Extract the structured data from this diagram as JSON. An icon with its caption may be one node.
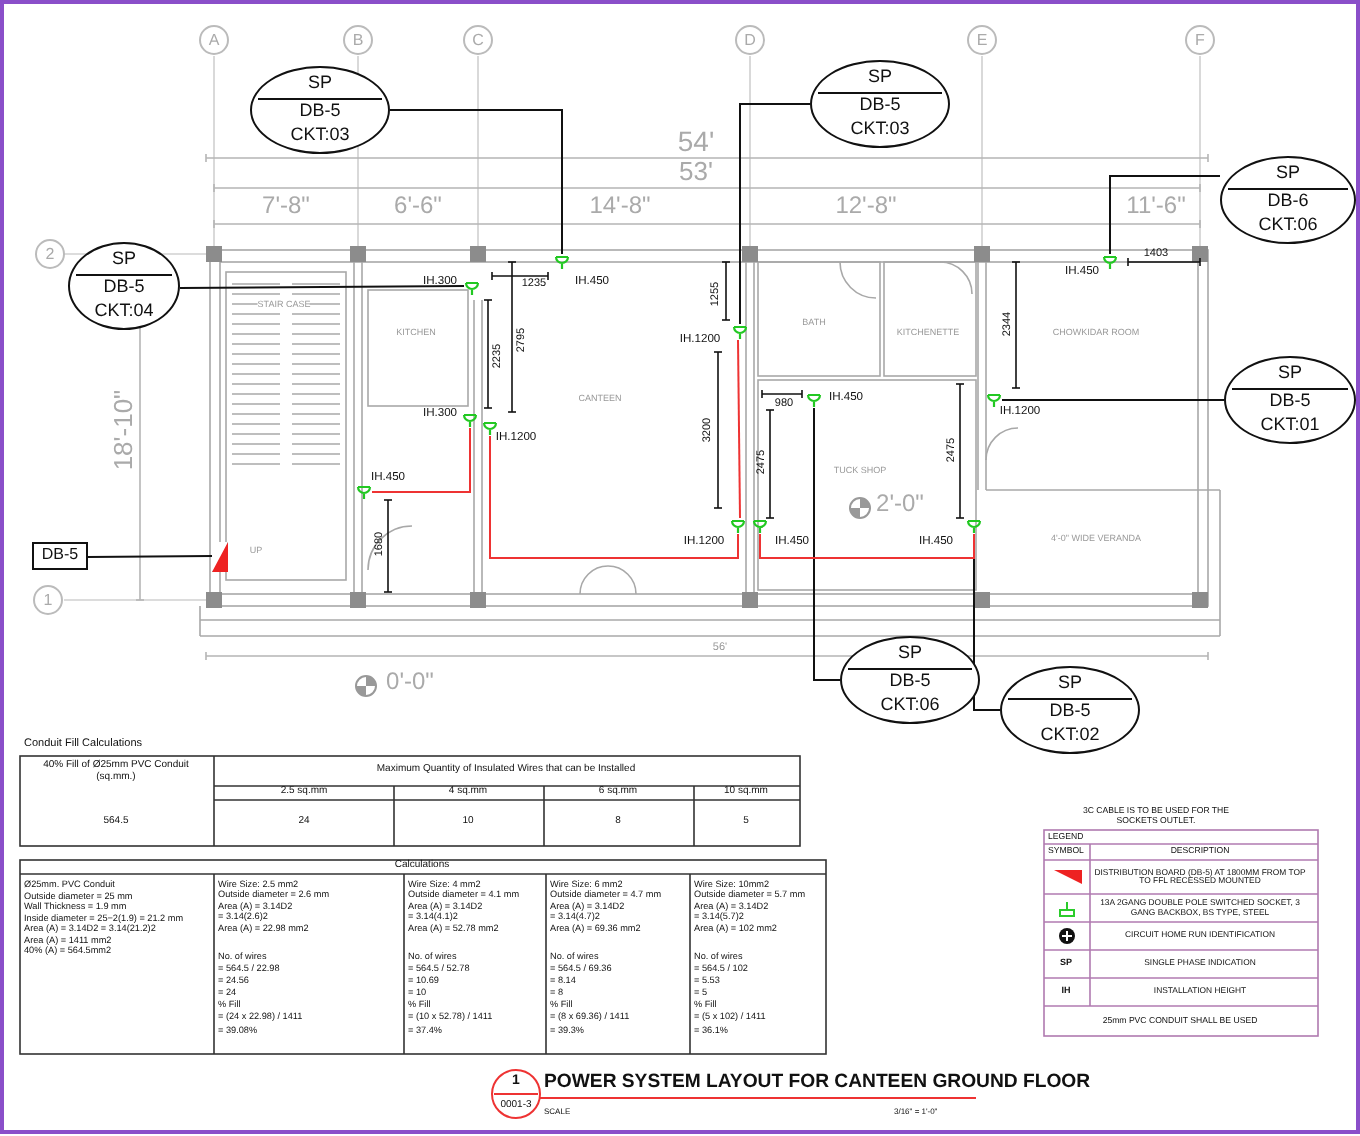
{
  "diagram": {
    "title": "POWER SYSTEM LAYOUT FOR CANTEEN GROUND FLOOR",
    "nodes": [
      {
        "text": [
          "SP",
          "DB-5",
          "CKT:03"
        ]
      },
      {
        "text": [
          "SP",
          "DB-5",
          "CKT:03"
        ]
      },
      {
        "text": [
          "SP",
          "DB-6",
          "CKT:06"
        ]
      },
      {
        "text": [
          "SP",
          "DB-5",
          "CKT:04"
        ]
      },
      {
        "text": [
          "SP",
          "DB-5",
          "CKT:01"
        ]
      },
      {
        "text": [
          "DB-5"
        ]
      },
      {
        "text": [
          "SP",
          "DB-5",
          "CKT:06"
        ]
      },
      {
        "text": [
          "SP",
          "DB-5",
          "CKT:02"
        ]
      },
      {
        "text": [],
        "shape": "semicircle",
        "beside": [
          "IH.450"
        ]
      },
      {
        "text": [],
        "shape": "semicircle",
        "beside": [
          "IH.300"
        ]
      },
      {
        "text": [],
        "shape": "semicircle",
        "beside": [
          "IH.1200"
        ]
      },
      {
        "text": [],
        "shape": "semicircle",
        "beside": [
          "IH.450"
        ]
      },
      {
        "text": [],
        "shape": "semicircle",
        "beside": [
          "IH.1200"
        ]
      },
      {
        "text": [],
        "shape": "semicircle",
        "beside": [
          "IH.450"
        ]
      },
      {
        "text": [],
        "shape": "semicircle",
        "beside": [
          "IH.300"
        ]
      },
      {
        "text": [],
        "shape": "semicircle",
        "beside": [
          "IH.1200"
        ]
      },
      {
        "text": [],
        "shape": "semicircle",
        "beside": [
          "IH.450"
        ]
      },
      {
        "text": [],
        "shape": "semicircle",
        "beside": [
          "IH.1200"
        ]
      },
      {
        "text": [],
        "shape": "semicircle",
        "beside": [
          "IH.450"
        ]
      },
      {
        "text": [],
        "shape": "semicircle",
        "beside": [
          "IH.450"
        ]
      },
      {
        "text": [],
        "shape": "box"
      }
    ],
    "edges": [
      {
        "from": 0,
        "to": 8,
        "arrow": "none"
      },
      {
        "from": 3,
        "to": 9,
        "arrow": "none"
      },
      {
        "from": 1,
        "to": 10,
        "arrow": "none"
      },
      {
        "from": 2,
        "to": 11,
        "arrow": "none"
      },
      {
        "from": 4,
        "to": 12,
        "arrow": "none"
      },
      {
        "from": 6,
        "to": 13,
        "arrow": "none"
      },
      {
        "from": 7,
        "to": 19,
        "arrow": "none"
      },
      {
        "from": 5,
        "to": 20,
        "arrow": "none"
      },
      {
        "from": 16,
        "to": 14,
        "arrow": "none",
        "color": "#ee3333"
      },
      {
        "from": 15,
        "to": 17,
        "arrow": "none",
        "color": "#ee3333"
      },
      {
        "from": 17,
        "to": 10,
        "arrow": "none",
        "color": "#ee3333"
      },
      {
        "from": 18,
        "to": 19,
        "arrow": "none",
        "color": "#ee3333"
      }
    ],
    "labels": [
      "A",
      "B",
      "C",
      "D",
      "E",
      "F",
      "2",
      "1",
      "54'",
      "53'",
      "7'-8\"",
      "6'-6\"",
      "14'-8\"",
      "12'-8\"",
      "11'-6\"",
      "1235",
      "1403",
      "1255",
      "2795",
      "2235",
      "2344",
      "980",
      "3200",
      "2475",
      "2475",
      "1680",
      "18'-10\"",
      "2'-0\"",
      "56'",
      "0'-0\"",
      "STAIR CASE",
      "KITCHEN",
      "CANTEEN",
      "BATH",
      "KITCHENETTE",
      "CHOWKIDAR ROOM",
      "TUCK SHOP",
      "UP",
      "4'-0\" WIDE VERANDA",
      "Conduit Fill Calculations",
      "40% Fill of Ø25mm PVC Conduit (sq.mm.)",
      "Maximum Quantity of Insulated Wires that can be Installed",
      "2.5 sq.mm",
      "4 sq.mm",
      "6 sq.mm",
      "10 sq.mm",
      "564.5",
      "24",
      "10",
      "8",
      "5",
      "Calculations",
      "Ø25mm. PVC Conduit",
      "Outside diameter = 25 mm",
      "Wall Thickness = 1.9 mm",
      "Inside diameter = 25−2(1.9) = 21.2 mm",
      "Area (A) = 3.14D2 = 3.14(21.2)2",
      "Area (A) = 1411 mm2",
      "40% (A) = 564.5mm2",
      "Wire Size: 2.5 mm2",
      "Outside diameter = 2.6 mm",
      "Area (A) = 3.14D2",
      "= 3.14(2.6)2",
      "Area (A) = 22.98 mm2",
      "No. of wires",
      "= 564.5 / 22.98",
      "= 24.56",
      "= 24",
      "% Fill",
      "= (24 x 22.98) / 1411",
      "= 39.08%",
      "Wire Size: 4 mm2",
      "Outside diameter = 4.1 mm",
      "Area (A) = 3.14D2",
      "= 3.14(4.1)2",
      "Area (A) = 52.78 mm2",
      "No. of wires",
      "= 564.5 / 52.78",
      "= 10.69",
      "= 10",
      "% Fill",
      "= (10 x 52.78) / 1411",
      "= 37.4%",
      "Wire Size: 6 mm2",
      "Outside diameter = 4.7 mm",
      "Area (A) = 3.14D2",
      "= 3.14(4.7)2",
      "Area (A) = 69.36 mm2",
      "No. of wires",
      "= 564.5 / 69.36",
      "= 8.14",
      "= 8",
      "% Fill",
      "= (8 x 69.36) / 1411",
      "= 39.3%",
      "Wire Size: 10mm2",
      "Outside diameter = 5.7 mm",
      "Area (A) = 3.14D2",
      "= 3.14(5.7)2",
      "Area (A) = 102 mm2",
      "No. of wires",
      "= 564.5 / 102",
      "= 5.53",
      "= 5",
      "% Fill",
      "= (5 x 102) / 1411",
      "= 36.1%",
      "3C CABLE IS TO BE USED FOR THE SOCKETS OUTLET.",
      "LEGEND",
      "SYMBOL",
      "DESCRIPTION",
      "SP",
      "IH",
      "25mm PVC CONDUIT SHALL BE USED",
      "1",
      "0001-3",
      "SCALE",
      "3/16\" = 1'-0\""
    ],
    "legend": [
      {
        "text": "DISTRIBUTION BOARD (DB-5) AT 1800MM FROM TOP TO FFL RECESSED MOUNTED"
      },
      {
        "text": "13A 2GANG DOUBLE POLE SWITCHED SOCKET, 3 GANG BACKBOX, BS TYPE, STEEL"
      },
      {
        "text": "CIRCUIT HOME RUN IDENTIFICATION"
      },
      {
        "text": "SINGLE PHASE INDICATION"
      },
      {
        "text": "INSTALLATION HEIGHT"
      }
    ]
  }
}
